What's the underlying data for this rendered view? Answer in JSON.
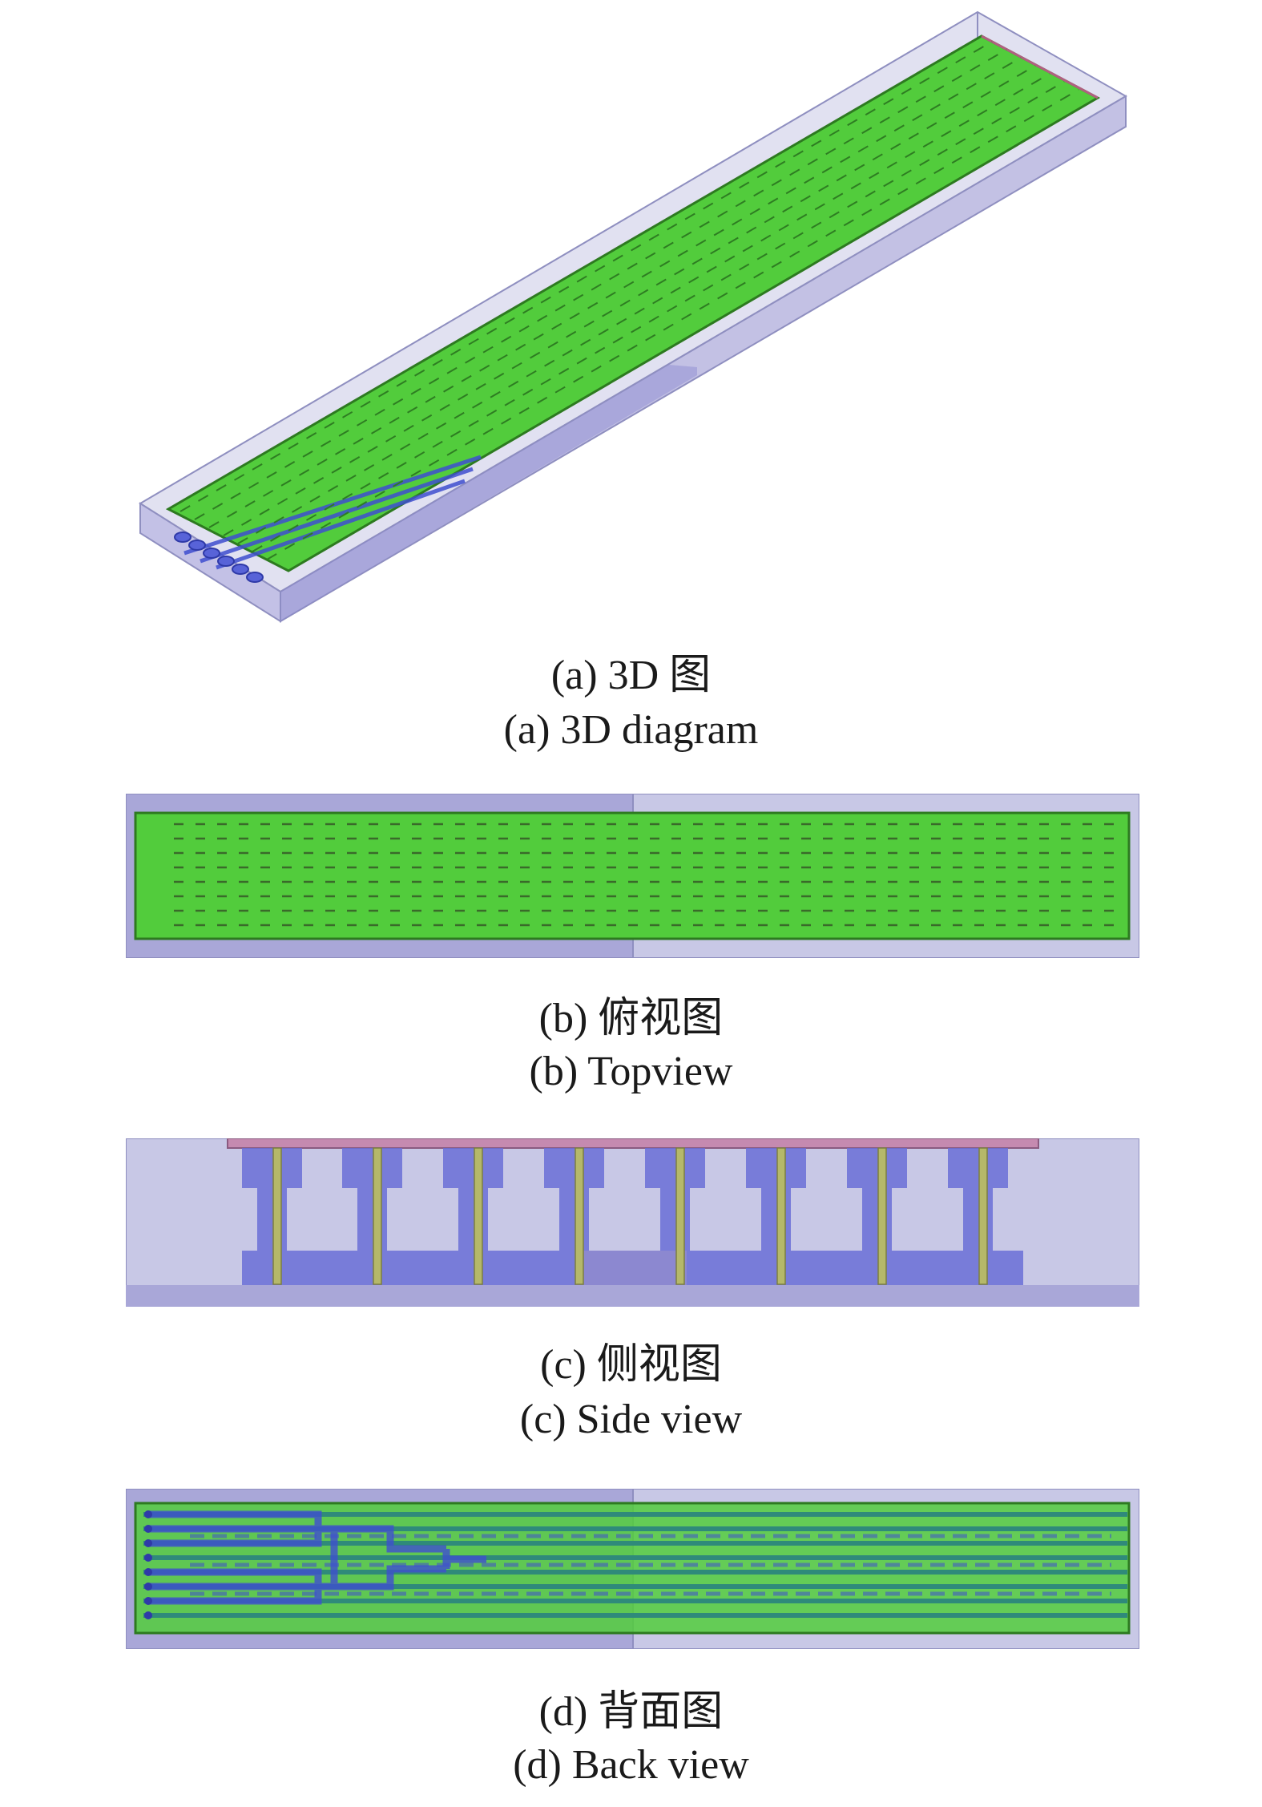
{
  "figures": [
    {
      "caption_zh": "(a) 3D 图",
      "caption_en": "(a) 3D diagram"
    },
    {
      "caption_zh": "(b) 俯视图",
      "caption_en": "(b) Topview"
    },
    {
      "caption_zh": "(c) 侧视图",
      "caption_en": "(c) Side view"
    },
    {
      "caption_zh": "(d) 背面图",
      "caption_en": "(d) Back view"
    }
  ],
  "colors": {
    "substrate": "#c8c8e6",
    "substrate_dark": "#a9a7d8",
    "board_green": "#52cc3c",
    "board_edge": "#2d7a20",
    "feed_blue": "#3f4fd0",
    "via_olive": "#b5b86a",
    "top_plate": "#c58ab0"
  }
}
